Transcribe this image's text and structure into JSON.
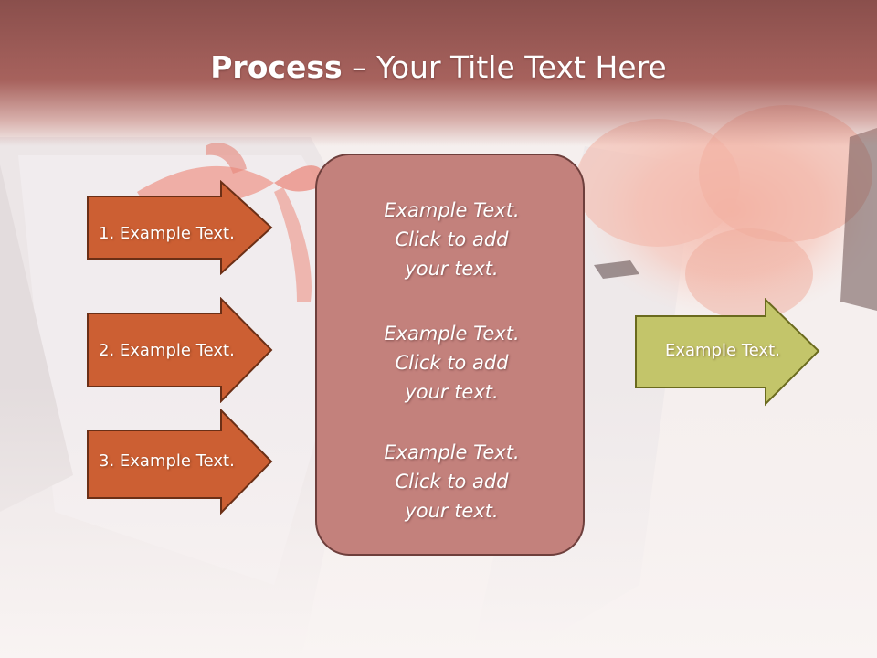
{
  "slide": {
    "title_bold": "Process",
    "title_rest": " – Your Title Text Here"
  },
  "left_arrows": [
    {
      "label": "1. Example Text."
    },
    {
      "label": "2. Example Text."
    },
    {
      "label": "3. Example Text."
    }
  ],
  "center_items": [
    {
      "text": "Example Text.\nClick  to add\nyour text."
    },
    {
      "text": "Example Text.\nClick  to add\nyour text."
    },
    {
      "text": "Example Text.\nClick  to add\nyour text."
    }
  ],
  "right_arrow": {
    "label": "Example Text."
  },
  "colors": {
    "title_band": "#9b5a56",
    "left_arrow_fill": "#cc5f33",
    "left_arrow_border": "#6b2f16",
    "center_box_fill": "#c3817c",
    "center_box_border": "#6e3f3c",
    "right_arrow_fill": "#c3c56a",
    "right_arrow_border": "#6a6a1e"
  }
}
